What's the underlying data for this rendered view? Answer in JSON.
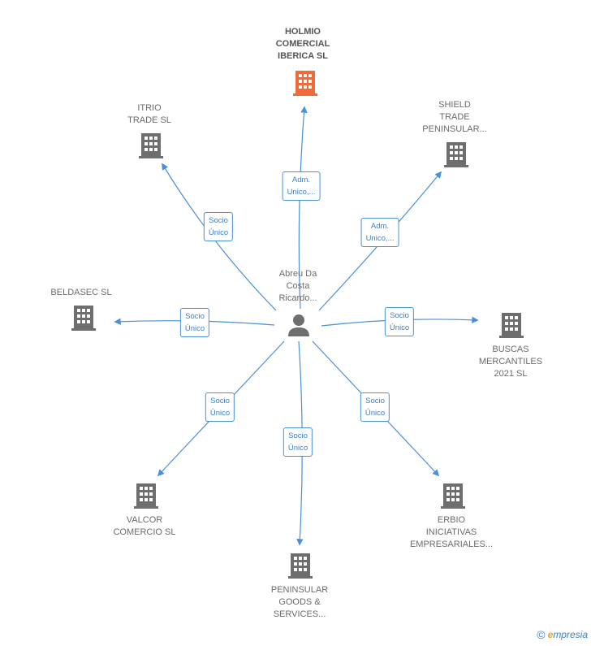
{
  "center": {
    "name": "Abreu Da\nCosta\nRicardo..."
  },
  "companies": [
    {
      "id": "holmio",
      "name": "HOLMIO\nCOMERCIAL\nIBERICA  SL",
      "main": true
    },
    {
      "id": "itrio",
      "name": "ITRIO\nTRADE  SL"
    },
    {
      "id": "shield",
      "name": "SHIELD\nTRADE\nPENINSULAR..."
    },
    {
      "id": "beldasec",
      "name": "BELDASEC  SL"
    },
    {
      "id": "buscas",
      "name": "BUSCAS\nMERCANTILES\n2021  SL"
    },
    {
      "id": "valcor",
      "name": "VALCOR\nCOMERCIO  SL"
    },
    {
      "id": "erbio",
      "name": "ERBIO\nINICIATIVAS\nEMPRESARIALES..."
    },
    {
      "id": "peninsular",
      "name": "PENINSULAR\nGOODS &\nSERVICES..."
    }
  ],
  "relations": [
    {
      "to": "holmio",
      "label": "Adm.\nUnico,..."
    },
    {
      "to": "itrio",
      "label": "Socio\nÚnico"
    },
    {
      "to": "shield",
      "label": "Adm.\nUnico,..."
    },
    {
      "to": "beldasec",
      "label": "Socio\nÚnico"
    },
    {
      "to": "buscas",
      "label": "Socio\nÚnico"
    },
    {
      "to": "valcor",
      "label": "Socio\nÚnico"
    },
    {
      "to": "erbio",
      "label": "Socio\nÚnico"
    },
    {
      "to": "peninsular",
      "label": "Socio\nÚnico"
    }
  ],
  "colors": {
    "edge": "#4a90d9",
    "main_building": "#f26a3a",
    "building": "#6e6e6e"
  },
  "footer": {
    "copyright": "©",
    "brand_initial": "e",
    "brand_rest": "mpresia"
  }
}
